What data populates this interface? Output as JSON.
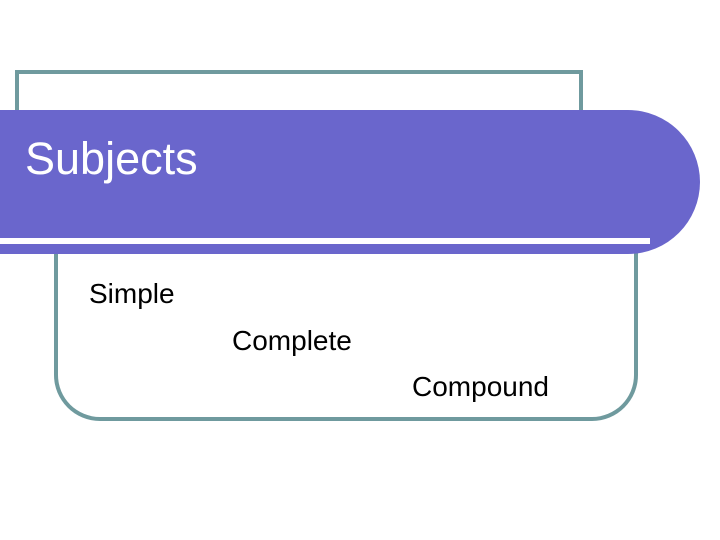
{
  "slide": {
    "title": "Subjects",
    "body_lines": [
      "Simple",
      "Complete",
      "Compound"
    ]
  },
  "colors": {
    "banner_purple": "#6a66cc",
    "frame_teal": "#6f9a9e",
    "title_text": "#ffffff",
    "body_text": "#000000",
    "background": "#ffffff",
    "banner_rule": "#ffffff"
  }
}
